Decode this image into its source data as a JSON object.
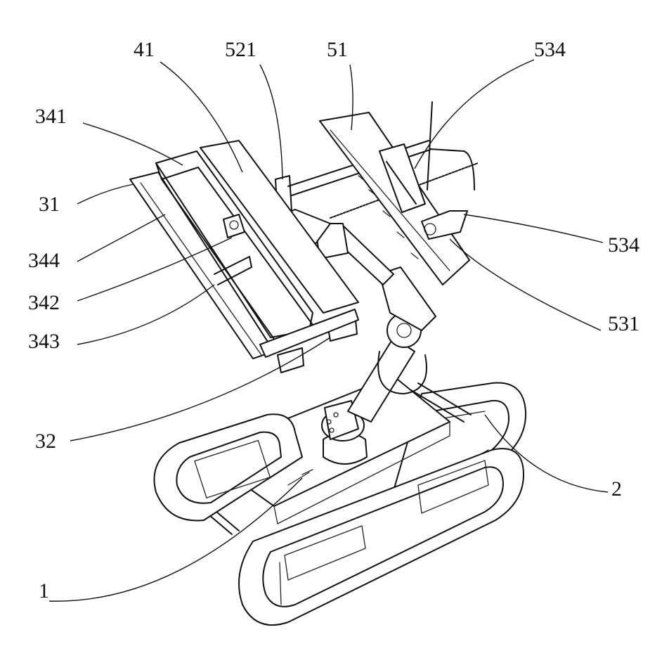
{
  "labels": {
    "l41": "41",
    "l521": "521",
    "l51": "51",
    "l534a": "534",
    "l341": "341",
    "l31": "31",
    "l344": "344",
    "l342": "342",
    "l343": "343",
    "l534b": "534",
    "l531": "531",
    "l32": "32",
    "l2": "2",
    "l1": "1"
  }
}
